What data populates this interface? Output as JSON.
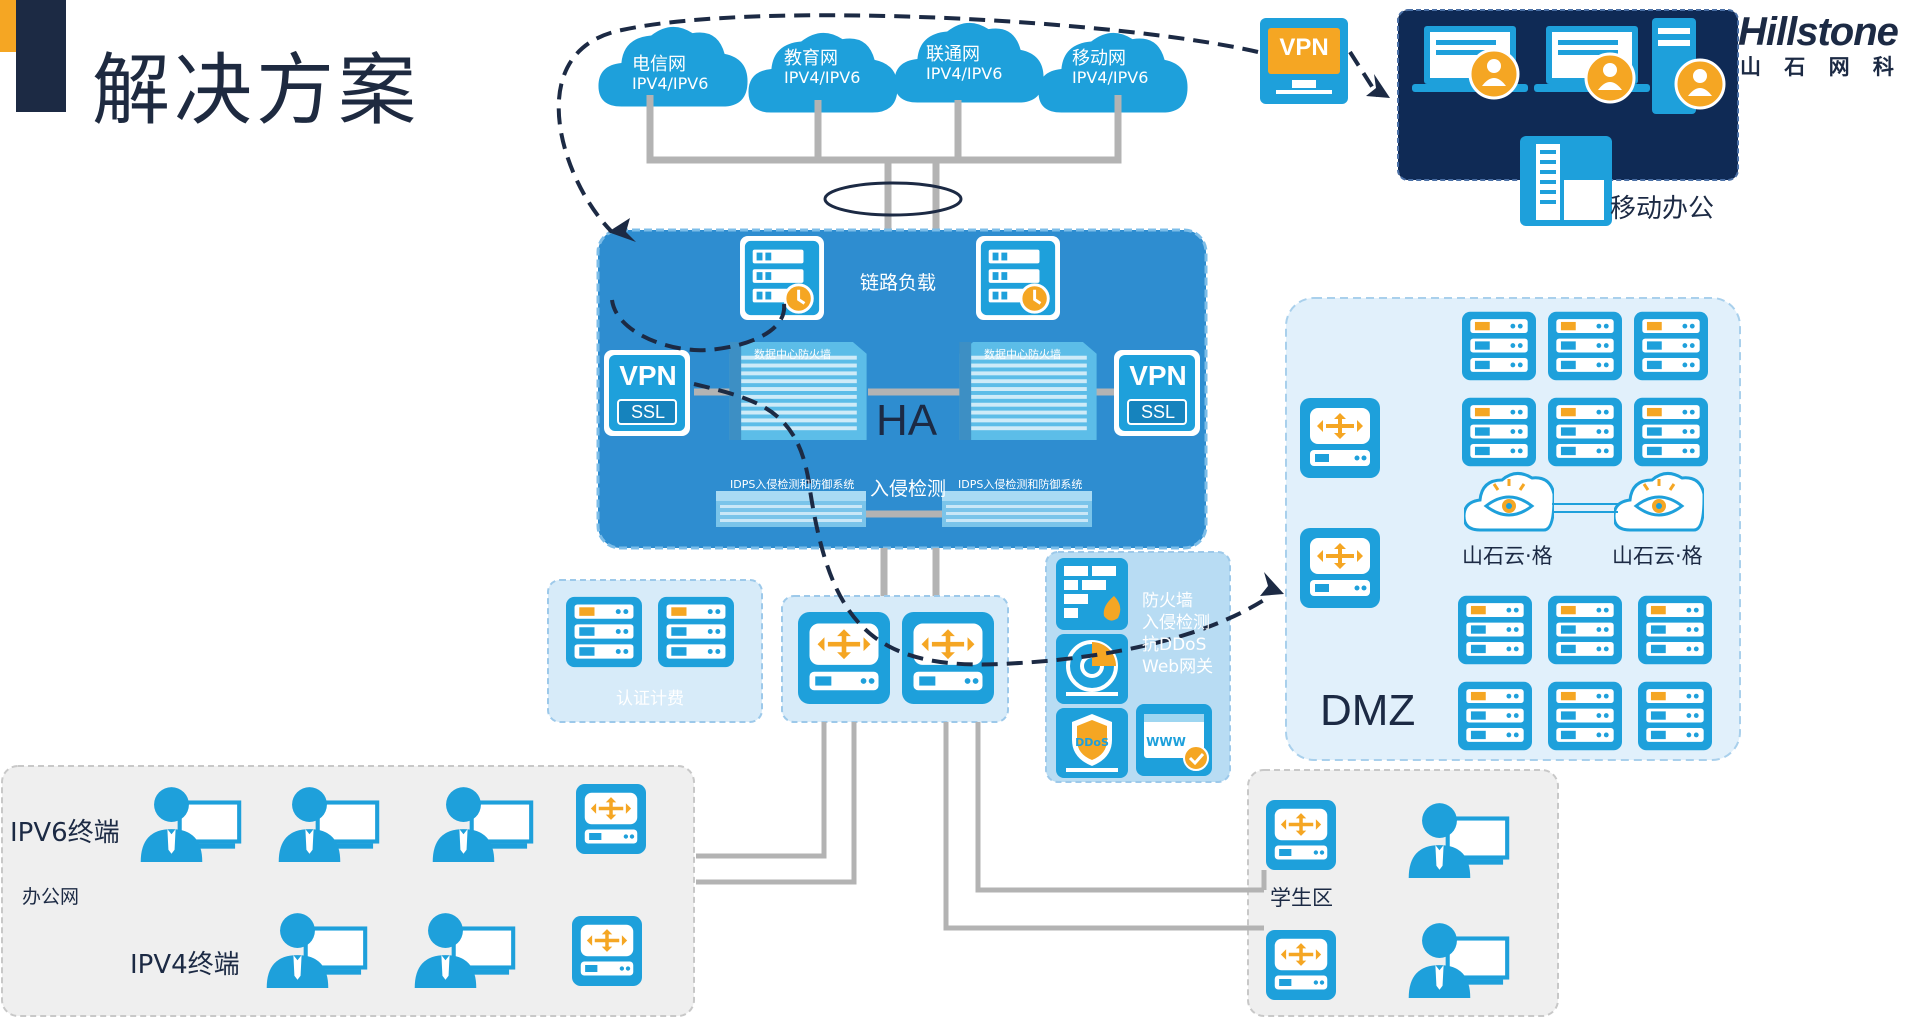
{
  "header": {
    "title": "解决方案"
  },
  "brand": {
    "name": "Hillstone",
    "name_cn": "山 石 网 科"
  },
  "isps": [
    {
      "name": "电信网",
      "proto": "IPV4/IPV6"
    },
    {
      "name": "教育网",
      "proto": "IPV4/IPV6"
    },
    {
      "name": "联通网",
      "proto": "IPV4/IPV6"
    },
    {
      "name": "移动网",
      "proto": "IPV4/IPV6"
    }
  ],
  "vpn_badge": "VPN",
  "mobile": {
    "label": "移动办公"
  },
  "core": {
    "link_lb": "链路负载",
    "fw_label": "数据中心防火墙",
    "ha": "HA",
    "ids": "入侵检测",
    "idps_label": "IDPS入侵检测和防御系统",
    "vpn_top": "VPN",
    "vpn_bottom": "SSL"
  },
  "auth": {
    "label": "认证计费"
  },
  "security": {
    "items": [
      "防火墙",
      "入侵检测",
      "抗DDoS",
      "Web网关"
    ],
    "ddos_icon_text": "DDoS",
    "www_icon_text": "WWW"
  },
  "dmz": {
    "label": "DMZ",
    "cloud_label": "山石云·格"
  },
  "office": {
    "ipv6": "IPV6终端",
    "net": "办公网",
    "ipv4": "IPV4终端"
  },
  "student": {
    "label": "学生区"
  },
  "colors": {
    "primary": "#2e8dd0",
    "icon_blue": "#1ea0db",
    "orange": "#f5a623",
    "navy": "#0f2a55",
    "panel_light": "#d7ebf9",
    "gray_panel": "#efefef",
    "line_gray": "#b3b3b3"
  }
}
